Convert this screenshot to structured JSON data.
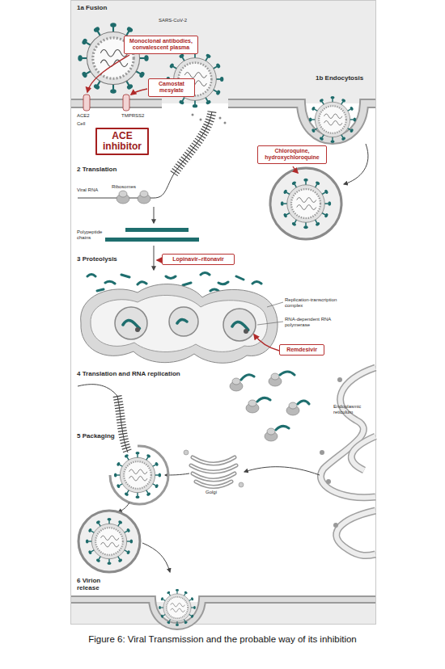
{
  "diagram": {
    "caption": "Figure 6: Viral Transmission and the probable way of its inhibition",
    "nodes": [
      {
        "text": [
          "Monoclonal antibodies, convalescent plasma"
        ]
      },
      {
        "text": [
          "Camostat mesylate"
        ]
      },
      {
        "text": [
          "ACE inhibitor"
        ]
      },
      {
        "text": [
          "Chloroquine, hydroxychloroquine"
        ]
      },
      {
        "text": [
          "Lopinavir–ritonavir"
        ]
      },
      {
        "text": [
          "Remdesivir"
        ]
      }
    ],
    "labels": [
      "1a Fusion",
      "SARS-CoV-2",
      "ACE2",
      "TMPRSS2",
      "Cell",
      "1b Endocytosis",
      "2 Translation",
      "Viral RNA",
      "Ribosomes",
      "Polypeptide chains",
      "3 Proteolysis",
      "Replication-transcription complex",
      "RNA-dependent RNA polymerase",
      "4 Translation and RNA replication",
      "Endoplasmic reticulum",
      "5 Packaging",
      "Golgi",
      "6 Virion release"
    ]
  }
}
